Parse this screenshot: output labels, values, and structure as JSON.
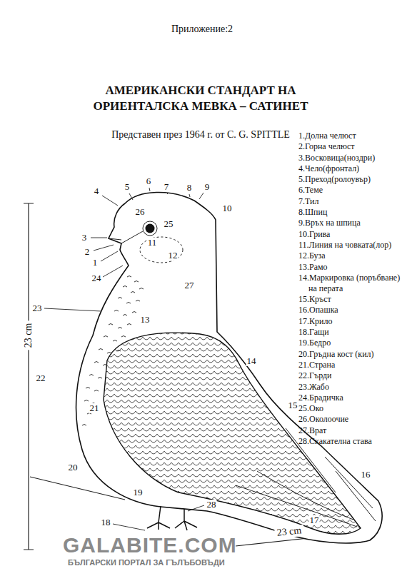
{
  "diagram": {
    "title": "АМЕРИКАНСКИ СТАНДАРТ НА ОРИЕНТАЛСКА МЕВКА – САТИНЕТ",
    "caption": "Представен през 1964 г. от C. G. SPITTLE",
    "labels": [
      "Приложение:2",
      "1.Долна челюст",
      "2.Горна челюст",
      "3.Восковица(ноздри)",
      "4.Чело(фронтал)",
      "5.Преход(ролоувър)",
      "6.Теме",
      "7.Тил",
      "8.Шпиц",
      "9.Връх на шпица",
      "10.Грива",
      "11.Линия на човката(лор)",
      "12.Буза",
      "13.Рамо",
      "14.Маркировка (поръбване) на перата",
      "15.Кръст",
      "16.Опашка",
      "17.Крило",
      "18.Гащи",
      "19.Бедро",
      "20.Гръдна кост (кил)",
      "21.Страна",
      "22.Гърди",
      "23.Жабо",
      "24.Брадичка",
      "25.Око",
      "26.Околоочие",
      "27.Врат",
      "28.Скакателна става",
      "1",
      "2",
      "3",
      "4",
      "5",
      "6",
      "7",
      "8",
      "9",
      "10",
      "11",
      "12",
      "13",
      "14",
      "15",
      "16",
      "17",
      "18",
      "19",
      "20",
      "21",
      "22",
      "23",
      "24",
      "25",
      "26",
      "27",
      "28",
      "23 cm",
      "23 cm",
      "GALABITE.COM",
      "БЪЛГАРСКИ ПОРТАЛ ЗА ГЪЛЪБОВЪДИ"
    ]
  }
}
